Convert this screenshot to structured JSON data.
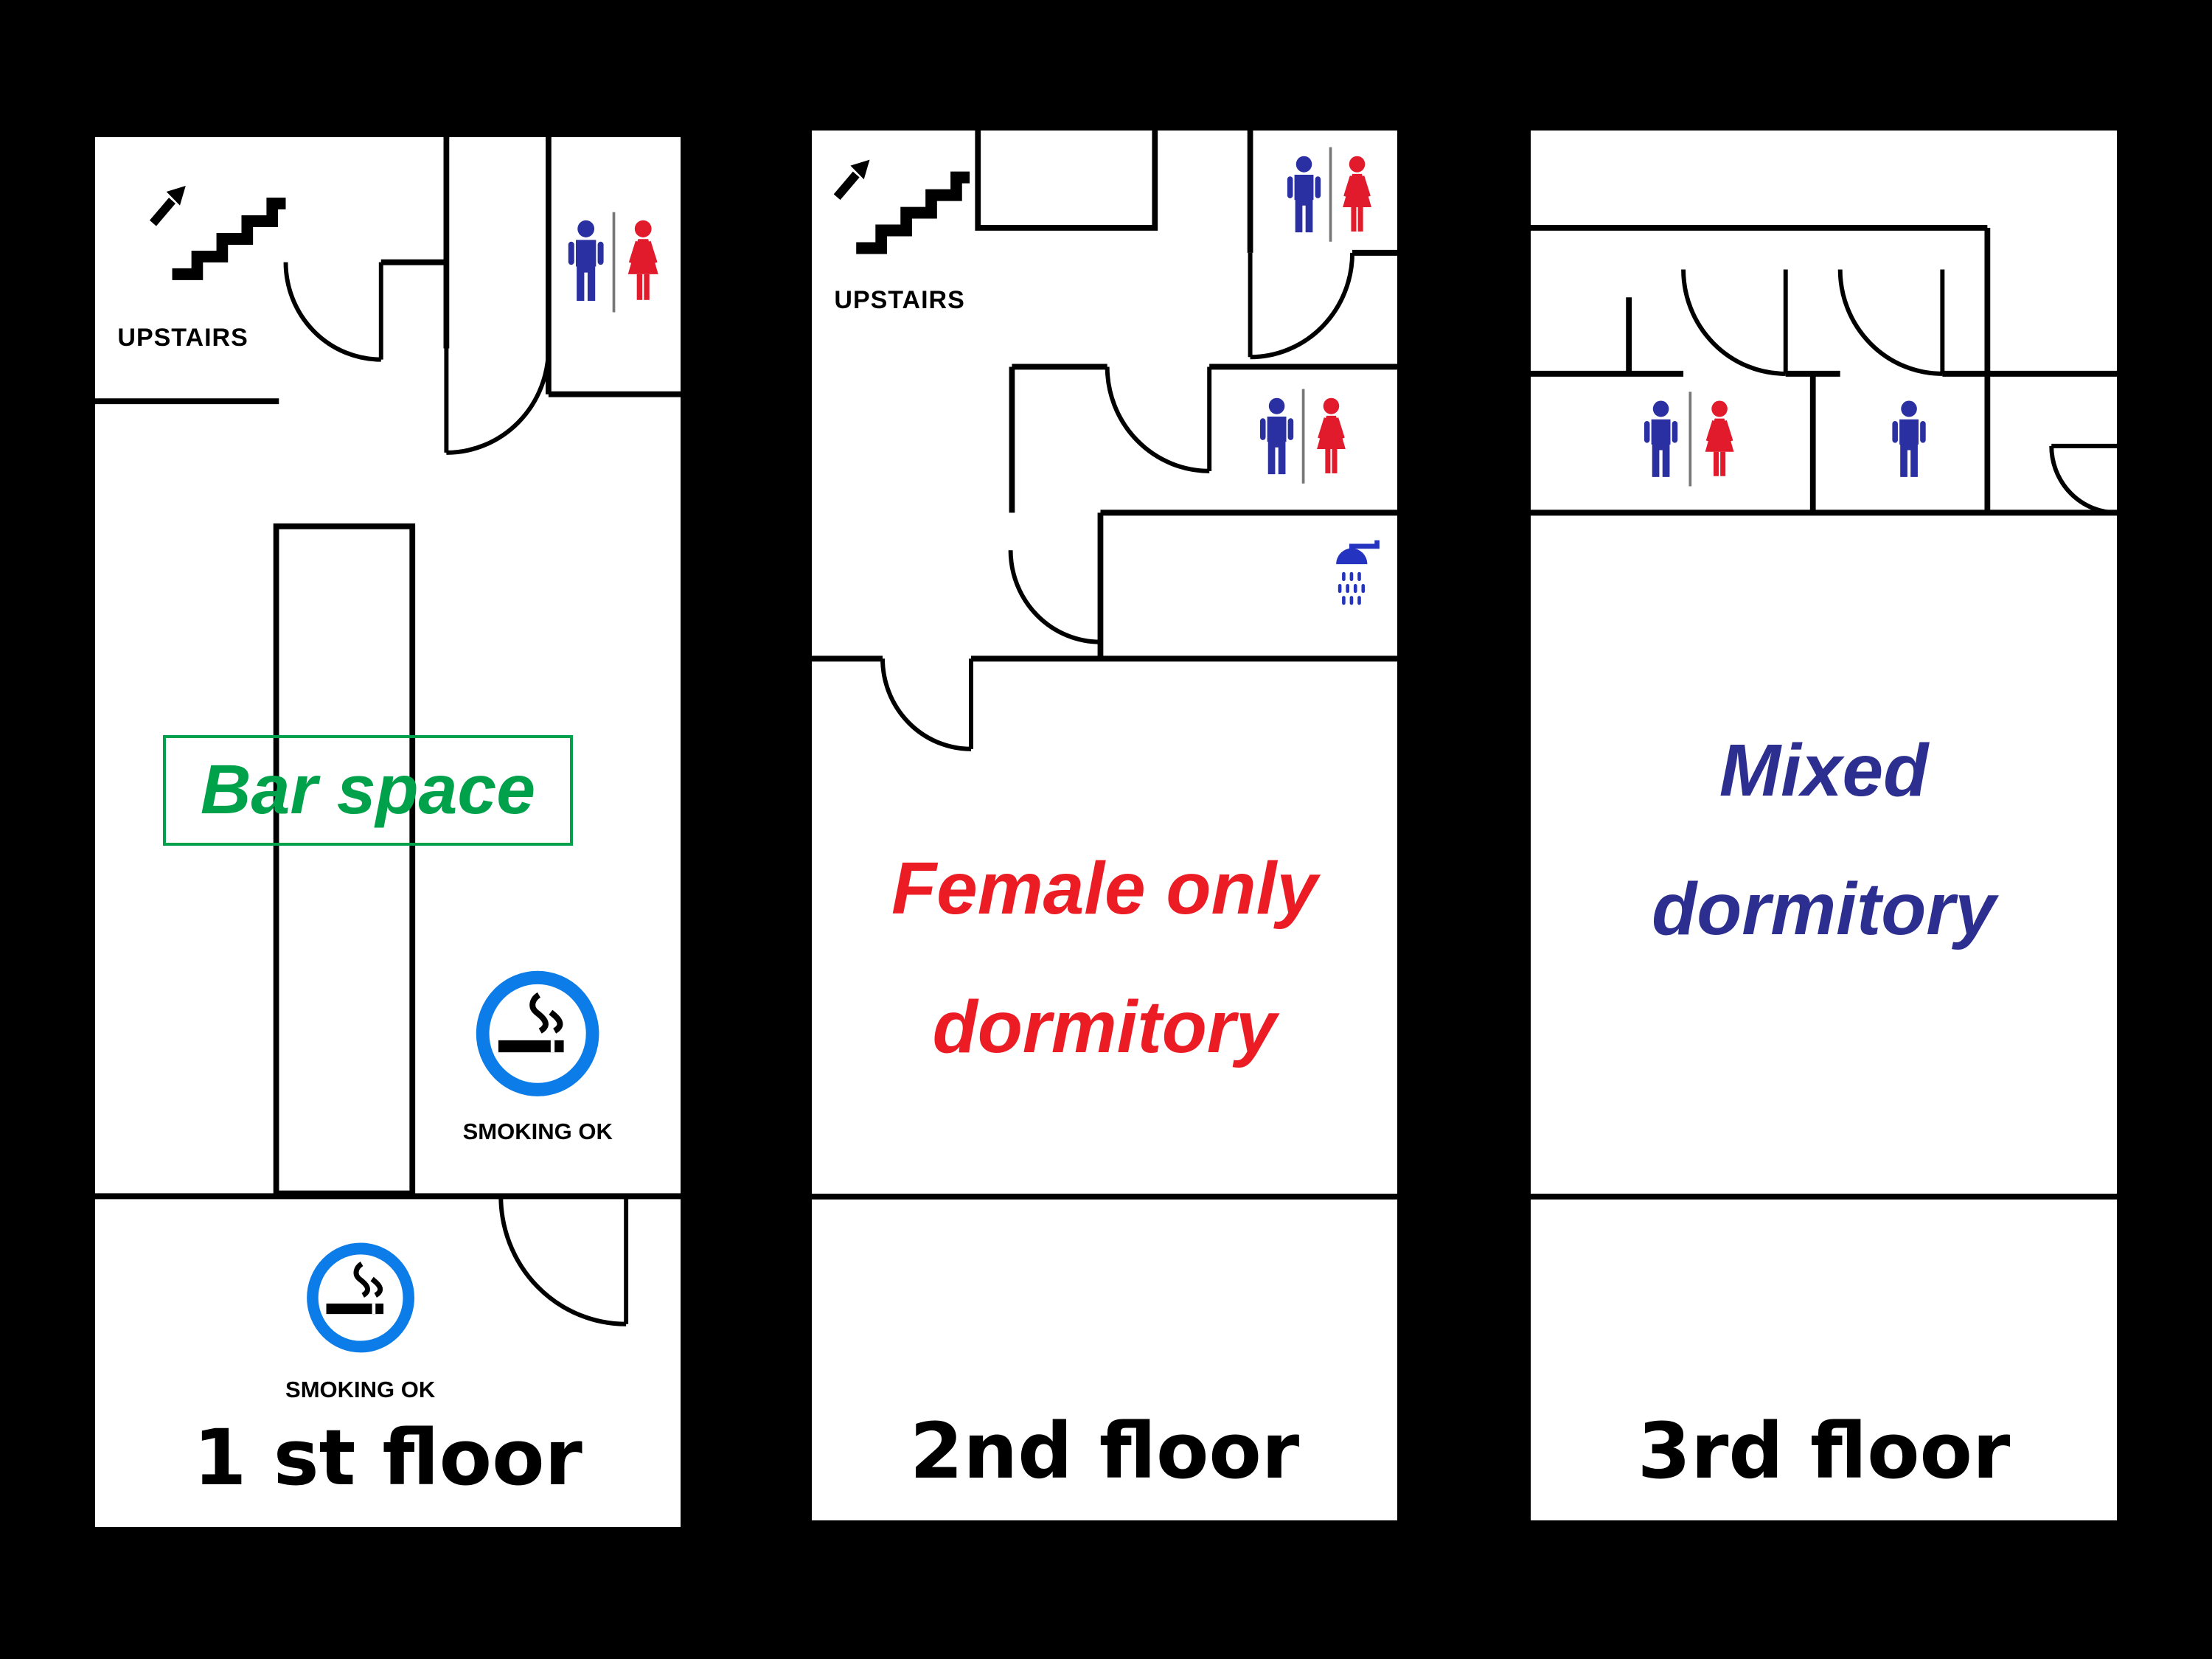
{
  "colors": {
    "background": "#000000",
    "panel_background": "#ffffff",
    "wall": "#000000",
    "male_icon": "#2a2fa2",
    "female_icon": "#e11a2c",
    "shower_icon": "#2433c0",
    "smoking_ring": "#0c7ce8",
    "bar_label": "#00a14b",
    "female_dorm_label": "#ec1c24",
    "mixed_dorm_label": "#2c2f8f"
  },
  "icons": {
    "stairs-up-icon": "staircase-with-up-arrow",
    "male-icon": "male-person-silhouette",
    "female-icon": "female-person-silhouette",
    "shower-icon": "shower-head-with-drops",
    "smoking-ok-icon": "cigarette-in-blue-circle"
  },
  "panels": [
    {
      "name": "first-floor",
      "upstairs_label": "UPSTAIRS",
      "bar_space_label": "Bar space",
      "smoking_label_1": "SMOKING OK",
      "smoking_label_2": "SMOKING OK",
      "floor_label": "1 st floor",
      "icon_list": [
        "stairs-up-icon",
        "male-icon",
        "female-icon",
        "smoking-ok-icon",
        "smoking-ok-icon"
      ]
    },
    {
      "name": "second-floor",
      "upstairs_label": "UPSTAIRS",
      "dorm_label_line1": "Female only",
      "dorm_label_line2": "dormitory",
      "floor_label": "2nd floor",
      "icon_list": [
        "stairs-up-icon",
        "male-icon",
        "female-icon",
        "male-icon",
        "female-icon",
        "shower-icon"
      ]
    },
    {
      "name": "third-floor",
      "dorm_label_line1": "Mixed",
      "dorm_label_line2": "dormitory",
      "floor_label": "3rd floor",
      "icon_list": [
        "male-icon",
        "female-icon",
        "male-icon"
      ]
    }
  ]
}
